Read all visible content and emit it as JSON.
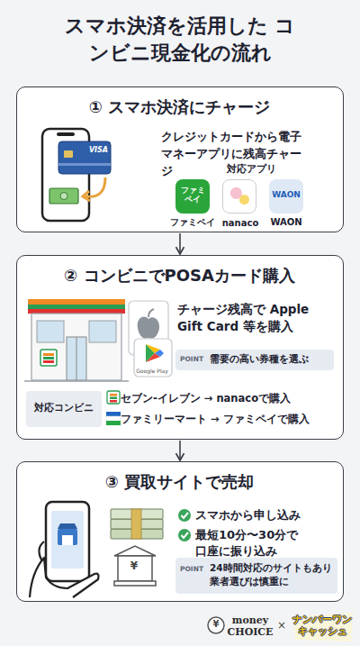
{
  "diagram": {
    "title": "スマホ決済を活用した コンビニ現金化の流れ",
    "nodes": [
      {
        "text": [
          "① スマホ決済にチャージ",
          "クレジットカードから電子 マネーアプリに残高チャージ",
          "対応アプリ"
        ]
      },
      {
        "text": [
          "ファミ ペイ",
          "ファミペイ"
        ],
        "in": 0
      },
      {
        "text": [
          "nanaco"
        ],
        "in": 0
      },
      {
        "text": [
          "WAON",
          "WAON"
        ],
        "in": 0
      },
      {
        "text": [
          "② コンビニでPOSAカード購入",
          "チャージ残高で Apple Gift Card 等を購入"
        ]
      },
      {
        "text": [
          "POINT",
          "需要の高い券種を選ぶ"
        ],
        "in": 4
      },
      {
        "text": [
          "対応コンビニ"
        ],
        "in": 4
      },
      {
        "text": [
          "③ 買取サイトで売却",
          "スマホから申し込み",
          "最短10分〜30分で 口座に振り込み"
        ]
      },
      {
        "text": [
          "POINT",
          "24時間対応のサイトもあり 業者選びは慎重に"
        ],
        "in": 7
      }
    ],
    "edges": [
      {
        "from": 0,
        "to": 4,
        "arrow": "to"
      },
      {
        "from": 4,
        "to": 7,
        "arrow": "to"
      }
    ],
    "labels": [
      "VISA",
      "Google Play",
      "セブン-イレブン → nanacoで購入",
      "ファミリーマート → ファミペイで購入",
      "¥",
      "money CHOICE",
      "×",
      "ナンバーワンキャッシュ",
      "¥"
    ]
  }
}
